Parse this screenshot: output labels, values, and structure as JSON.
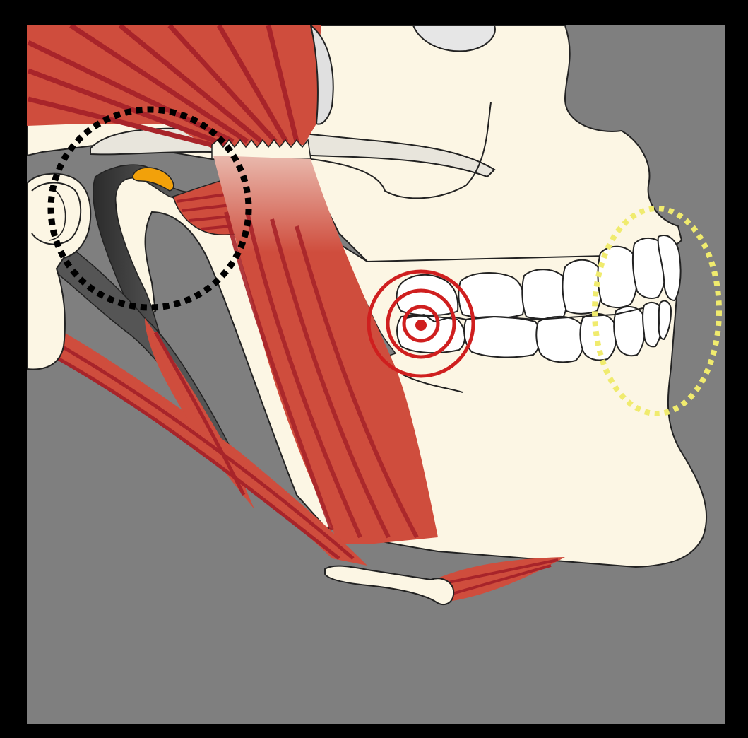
{
  "figure": {
    "subject": "jaw-joint-and-bite",
    "colors": {
      "frame": "#000000",
      "background": "#7f7f7f",
      "bone": "#fcf6e4",
      "muscle": "#cf4d3d",
      "muscle_stripe": "#a8242a",
      "cartilage": "#4a4a4a",
      "disc": "#f2a10a",
      "tooth": "#ffffff",
      "joint_marker": "#000000",
      "pain_marker": "#cf1f1f",
      "front_teeth_marker": "#f0eb6e"
    },
    "markers": [
      {
        "id": "joint",
        "icon": "dotted-circle-icon",
        "color": "#000000"
      },
      {
        "id": "pain",
        "icon": "concentric-rings-icon",
        "color": "#cf1f1f"
      },
      {
        "id": "front-teeth",
        "icon": "dotted-ellipse-icon",
        "color": "#f0eb6e"
      }
    ]
  }
}
